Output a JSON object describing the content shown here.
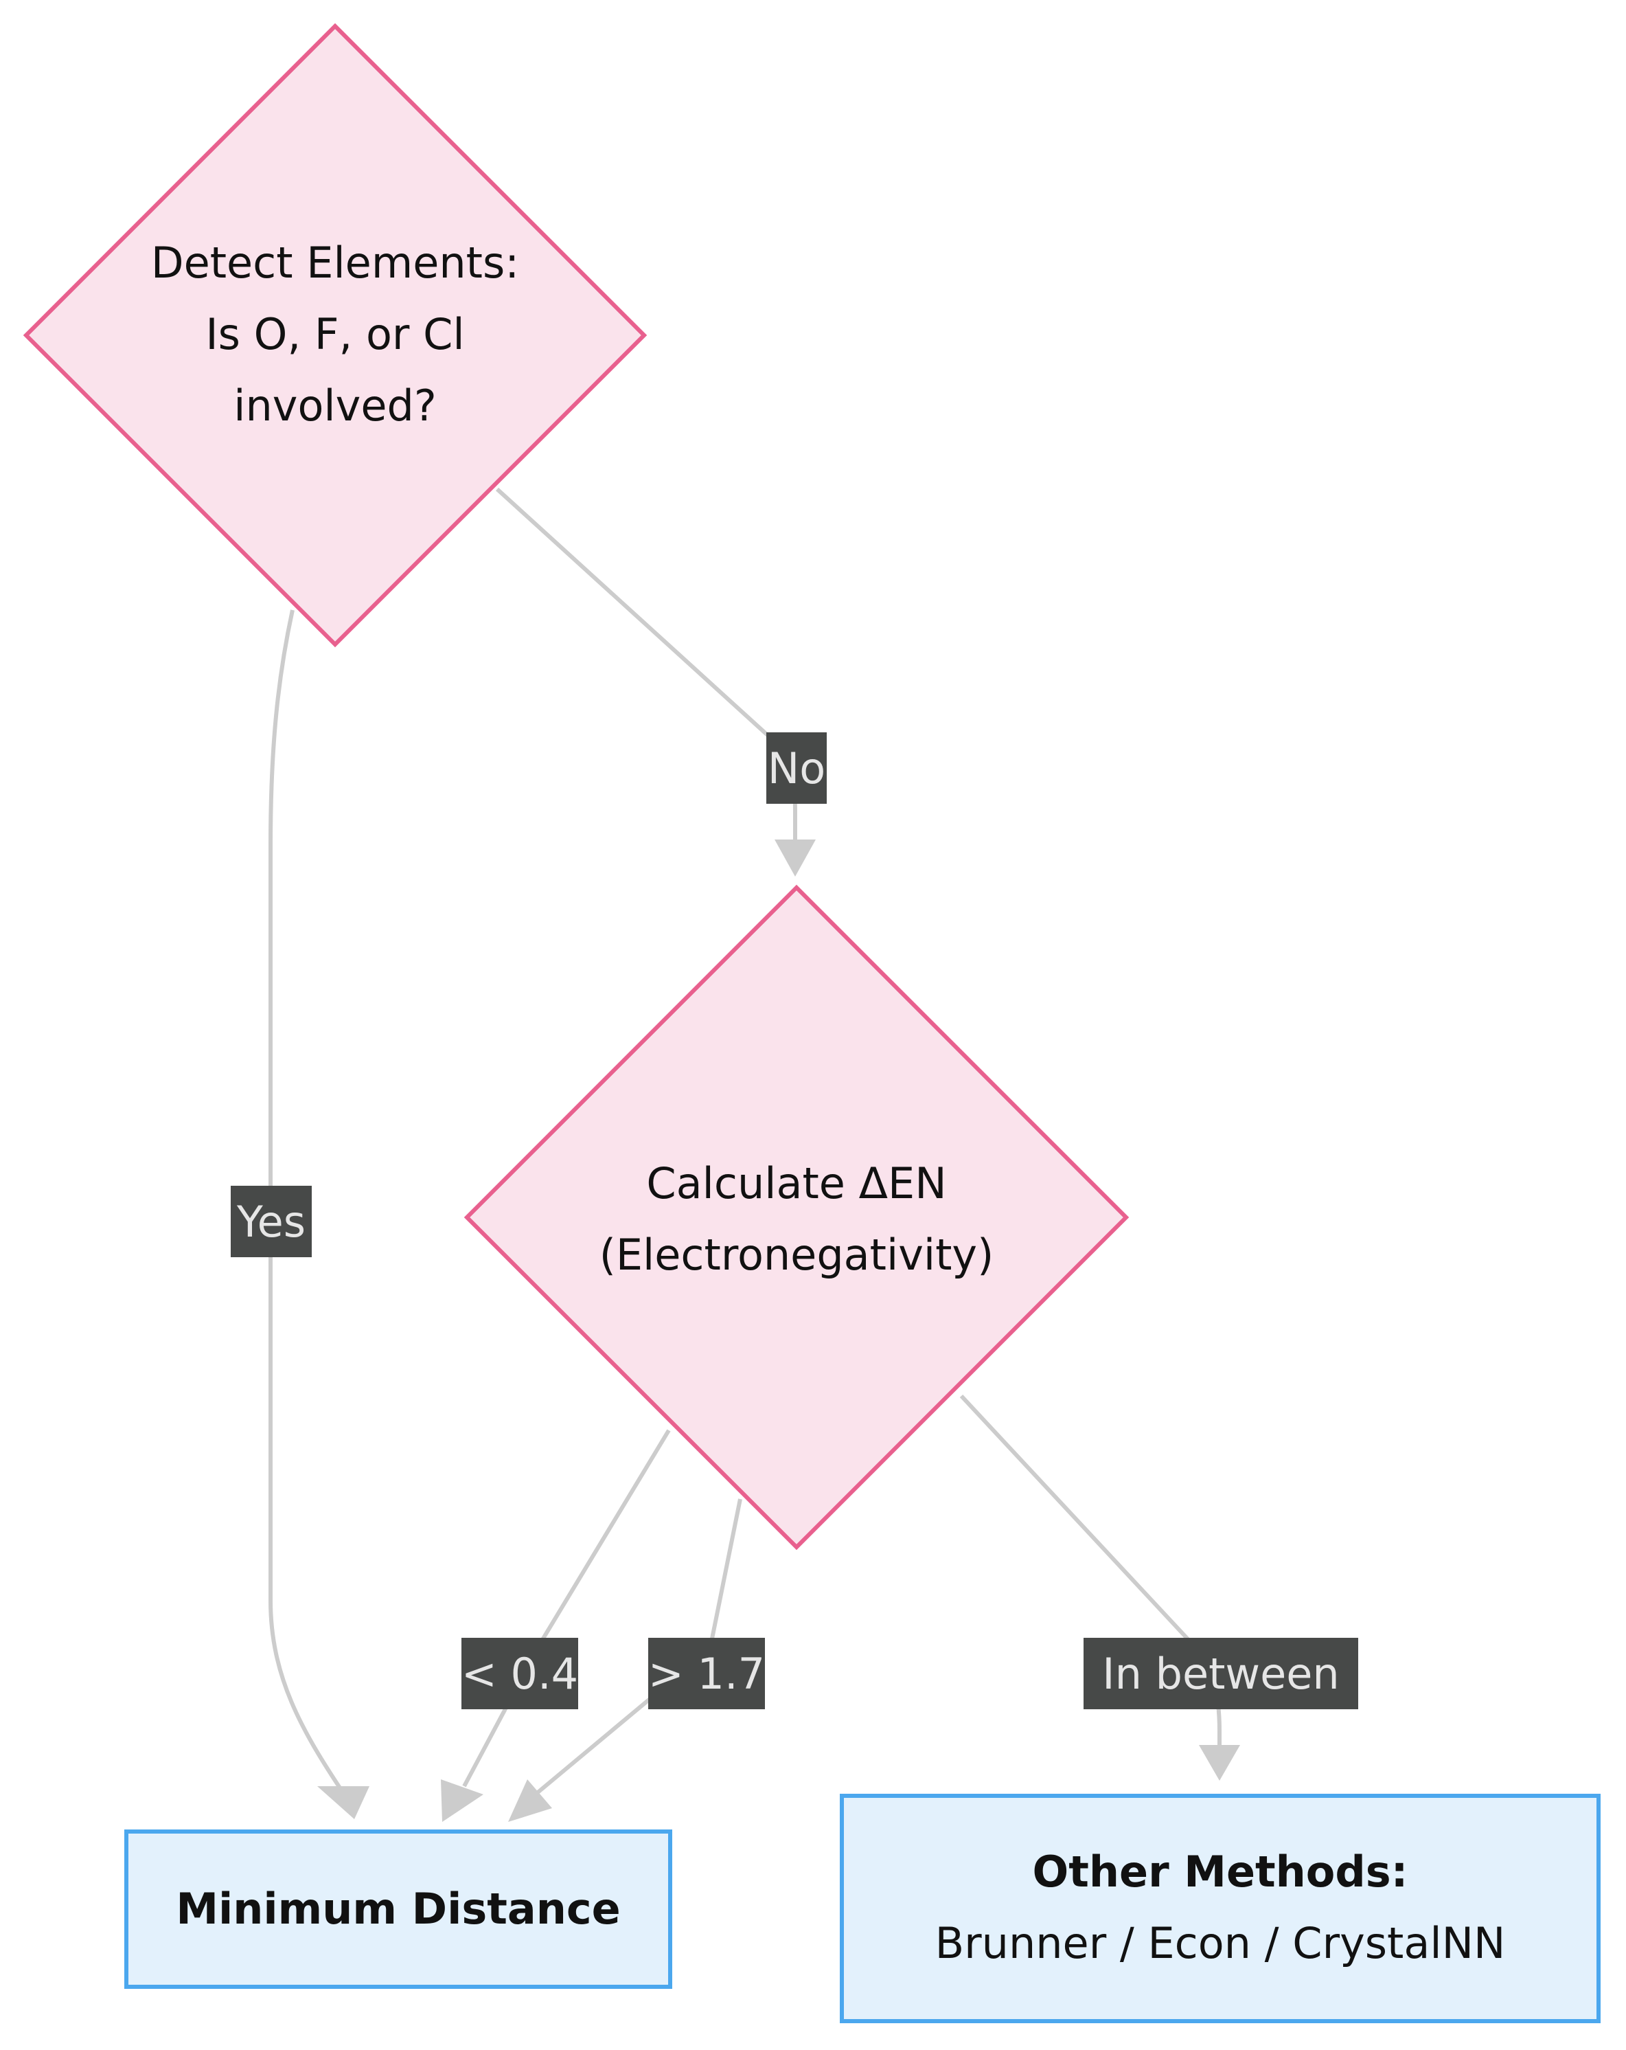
{
  "nodes": {
    "detect": {
      "line1": "Detect Elements:",
      "line2": "Is O, F, or Cl",
      "line3": "involved?"
    },
    "calculate": {
      "line1": "Calculate ΔEN",
      "line2": "(Electronegativity)"
    },
    "min_distance": {
      "label": "Minimum Distance"
    },
    "other_methods": {
      "title": "Other Methods:",
      "subtitle": "Brunner / Econ / CrystalNN"
    }
  },
  "edges": {
    "yes": "Yes",
    "no": "No",
    "lt": "< 0.4",
    "gt": "> 1.7",
    "between": "In between"
  },
  "colors": {
    "decision_fill": "#fae3ec",
    "decision_stroke": "#e8608e",
    "process_fill": "#e3f1fc",
    "process_stroke": "#4ba7ee",
    "edge": "#cccccc",
    "label_bg": "#474948",
    "label_text": "#e6e6e6"
  }
}
